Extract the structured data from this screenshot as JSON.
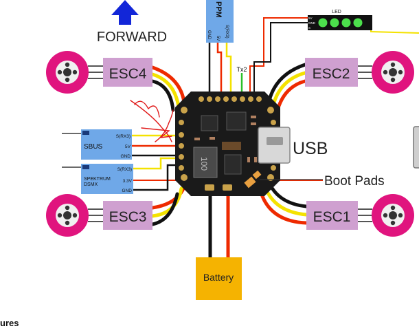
{
  "diagram": {
    "direction_label": "FORWARD",
    "escs": {
      "esc1": "ESC1",
      "esc2": "ESC2",
      "esc3": "ESC3",
      "esc4": "ESC4"
    },
    "battery_label": "Battery",
    "usb_label": "USB",
    "boot_pads_label": "Boot Pads",
    "tx2_label": "Tx2",
    "ppm": {
      "title": "PPM",
      "pins": [
        "GND",
        "5V",
        "S(RX3)"
      ]
    },
    "led_strip": {
      "title": "LED",
      "pins": [
        "5V",
        "GND",
        "S"
      ]
    },
    "sbus": {
      "title": "SBUS",
      "pins": [
        "S(RX3)",
        "5V",
        "GND"
      ]
    },
    "spektrum": {
      "title_line1": "SPEKTRUM",
      "title_line2": "DSMX",
      "pins": [
        "S(RX3)",
        "3.3V",
        "GND"
      ]
    },
    "inductor_marking": "100"
  },
  "caption": "ures",
  "colors": {
    "esc_box": "#cfa0d0",
    "motor": "#e0147e",
    "receiver_box": "#6fa8e8",
    "battery": "#f5b301",
    "wire_red": "#ee2a00",
    "wire_yellow": "#f4e200",
    "wire_black": "#111111",
    "arrow": "#1226d8",
    "led": "#4ce04c",
    "pcb": "#1a1a1a",
    "annotation": "#e01818"
  }
}
